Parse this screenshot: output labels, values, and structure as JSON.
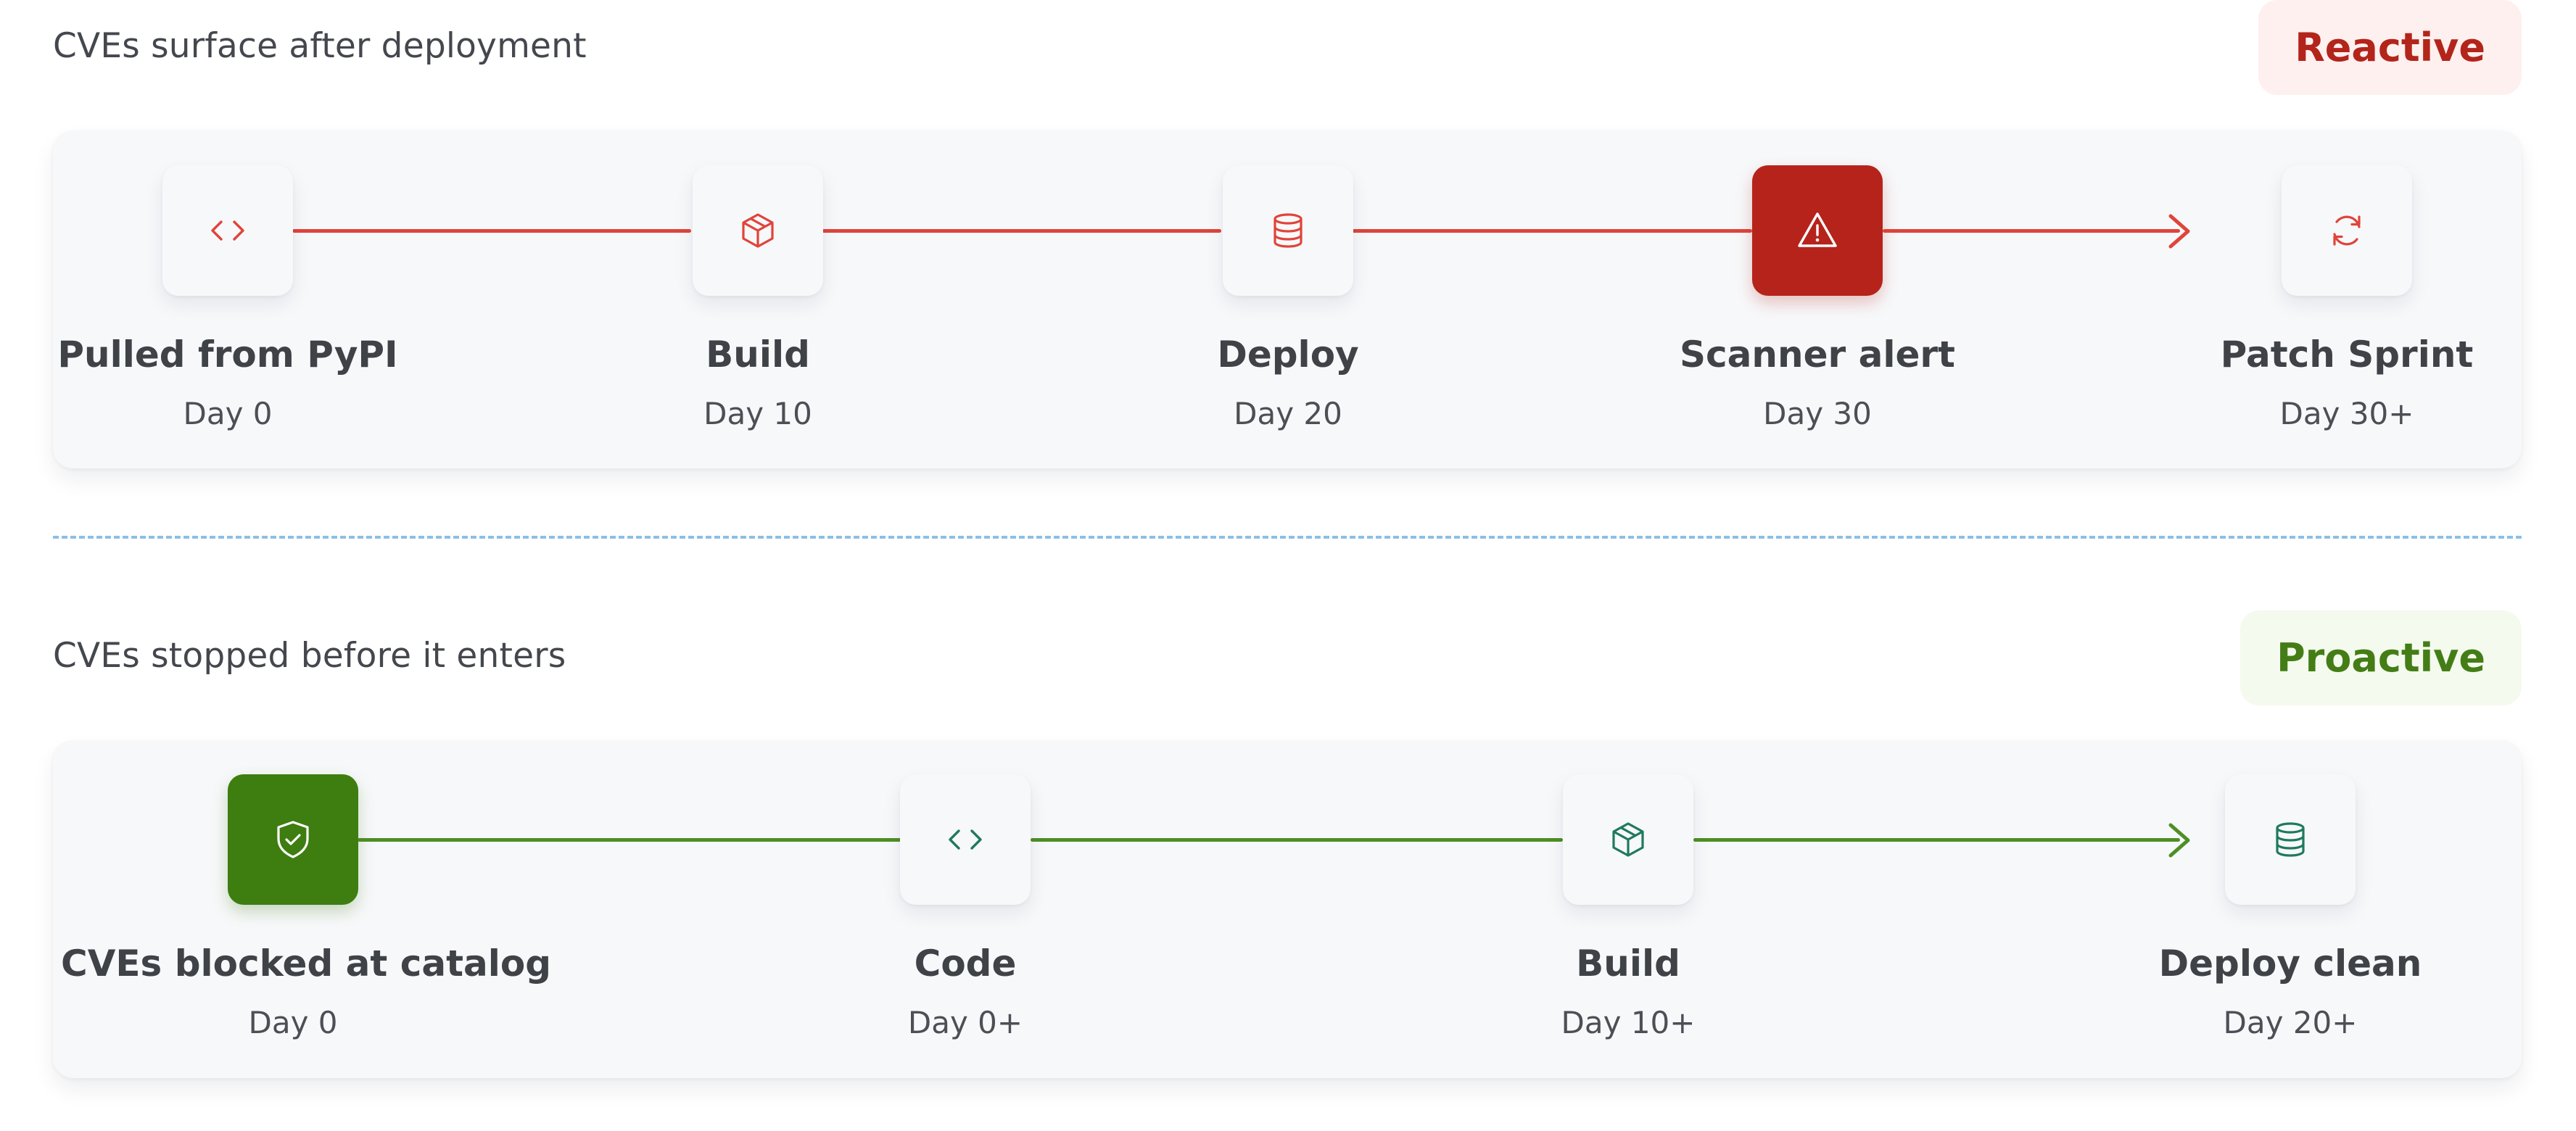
{
  "reactive": {
    "title": "CVEs surface after deployment",
    "badge": "Reactive",
    "accent": "#b3241b",
    "line_color": "#e0443a",
    "steps": [
      {
        "label": "Pulled from PyPI",
        "day": "Day 0",
        "icon": "code-icon"
      },
      {
        "label": "Build",
        "day": "Day 10",
        "icon": "package-icon"
      },
      {
        "label": "Deploy",
        "day": "Day 20",
        "icon": "database-icon"
      },
      {
        "label": "Scanner alert",
        "day": "Day 30",
        "icon": "warning-icon"
      },
      {
        "label": "Patch Sprint",
        "day": "Day 30+",
        "icon": "refresh-icon"
      }
    ]
  },
  "proactive": {
    "title": "CVEs stopped before it enters",
    "badge": "Proactive",
    "accent": "#447d16",
    "line_color": "#4e8f25",
    "steps": [
      {
        "label": "CVEs blocked at catalog",
        "day": "Day 0",
        "icon": "shield-check-icon"
      },
      {
        "label": "Code",
        "day": "Day 0+",
        "icon": "code-icon"
      },
      {
        "label": "Build",
        "day": "Day 10+",
        "icon": "package-icon"
      },
      {
        "label": "Deploy clean",
        "day": "Day 20+",
        "icon": "database-icon"
      }
    ]
  }
}
